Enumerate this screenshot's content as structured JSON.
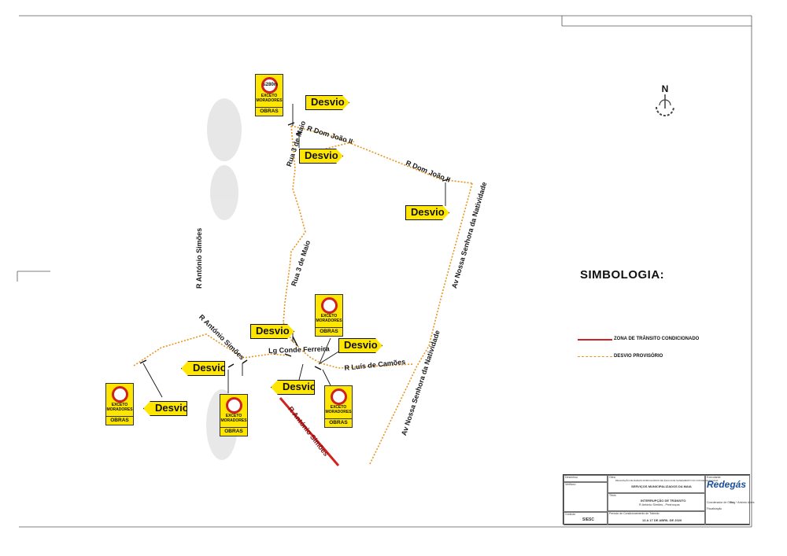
{
  "legend": {
    "title": "SIMBOLOGIA:",
    "items": [
      {
        "label": "ZONA DE TRÂNSITO CONDICIONADO",
        "color": "#d32020"
      },
      {
        "label": "DESVIO PROVISÓRIO",
        "color": "#e8951f"
      }
    ]
  },
  "north_label": "N",
  "streets": [
    "R Dom João II",
    "R Dom João II",
    "Rua 3 de Maio",
    "Rua 3 de Maio",
    "Av Nossa Senhora da Natividade",
    "Av Nossa Senhora da Natividade",
    "R António Simões",
    "R António Simões",
    "Lg Conde Ferreira",
    "R Luís de Camões",
    "R António Simões"
  ],
  "desvio_label": "Desvio",
  "sign": {
    "restriction": "≤280m",
    "exception": "EXCETO MORADORES",
    "works": "OBRAS"
  },
  "title_block": {
    "labels": {
      "designed": "Desenhou",
      "verified": "Verificou",
      "work": "Obra",
      "title": "Título",
      "period": "Período de Condicionamento de Trânsito",
      "client": "Executante",
      "owner": "Coordenador de Obra",
      "inspection": "Fiscalização",
      "control": "Controlo"
    },
    "work_text": "REALIZAÇÃO DE RAMAIS DOMICILIÁRIOS DE ÁGUA E DE SANEAMENTO NO CONCELHO DA MAIA",
    "entity": "SERVIÇOS MUNICIPALIZADOS DA MAIA",
    "title_line1": "INTERRUPÇÃO DE TRÂNSITO",
    "title_line2": "R António Simões - Pedrouços",
    "dates": "13 A 17 DE ABRIL DE 2020",
    "control_value": "SIESC",
    "brand": "Redegás",
    "coordinator": "Eng.º António Alves"
  }
}
